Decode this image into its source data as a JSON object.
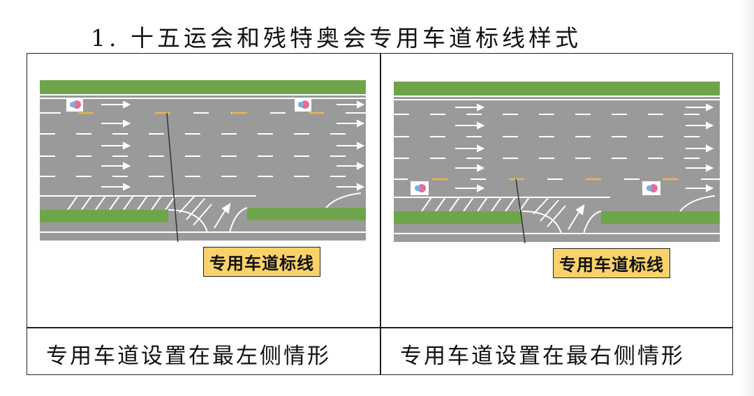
{
  "heading": "1. 十五运会和残特奥会专用车道标线样式",
  "panels": [
    {
      "caption": "专用车道设置在最左侧情形",
      "callout": "专用车道标线"
    },
    {
      "caption": "专用车道设置在最右侧情形",
      "callout": "专用车道标线"
    }
  ],
  "colors": {
    "road": "#9a9a9a",
    "green": "#6ea54a",
    "marking": "#ffffff",
    "dedicated_marking": "#e8b84a",
    "callout_bg": "#f9d26b"
  }
}
